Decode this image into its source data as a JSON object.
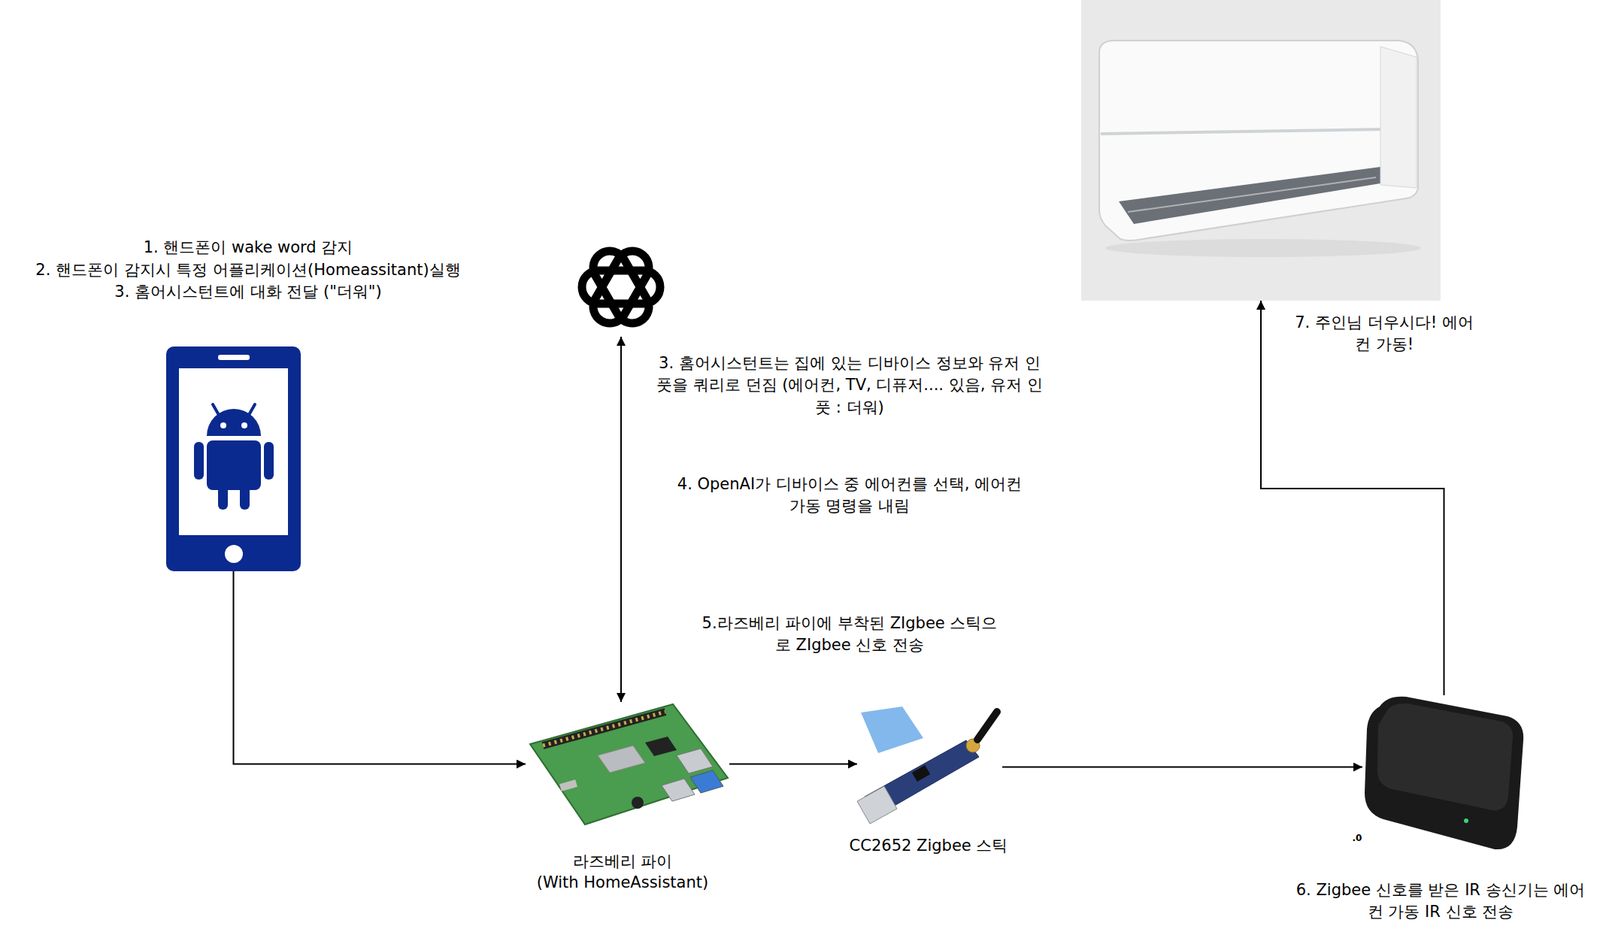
{
  "diagram": {
    "nodes": [
      {
        "text": [
          "1. 핸드폰이 wake word 감지",
          "2. 핸드폰이 감지시 특정 어플리케이션(Homeassitant)실행",
          "3. 홈어시스턴트에 대화 전달 (\"더워\")"
        ]
      },
      {
        "text": []
      },
      {
        "text": [
          "라즈베리 파이",
          "(With HomeAssistant)"
        ]
      },
      {
        "text": [
          "CC2652 Zigbee 스틱"
        ]
      },
      {
        "text": [
          "6. Zigbee 신호를 받은 IR 송신기는 에어컨 가동 IR 신호 전송"
        ]
      },
      {
        "text": []
      }
    ],
    "edges": [
      {
        "from": 0,
        "to": 2,
        "arrow": "to"
      },
      {
        "from": 2,
        "to": 1,
        "arrow": "both"
      },
      {
        "from": 2,
        "to": 3,
        "arrow": "to"
      },
      {
        "from": 3,
        "to": 4,
        "arrow": "to"
      },
      {
        "from": 4,
        "to": 5,
        "arrow": "to"
      }
    ],
    "labels": [
      "3. 홈어시스턴트는 집에 있는 디바이스 정보와 유저 인풋을 쿼리로 던짐 (에어컨, TV, 디퓨저.... 있음, 유저 인풋 : 더워)",
      "4. OpenAI가 디바이스 중 에어컨를 선택, 에어컨 가동 명령을 내림",
      "5.라즈베리 파이에 부착된 ZIgbee 스틱으로 ZIgbee 신호 전송",
      "7. 주인님 더우시다! 에어컨 가동!",
      ".0"
    ]
  }
}
